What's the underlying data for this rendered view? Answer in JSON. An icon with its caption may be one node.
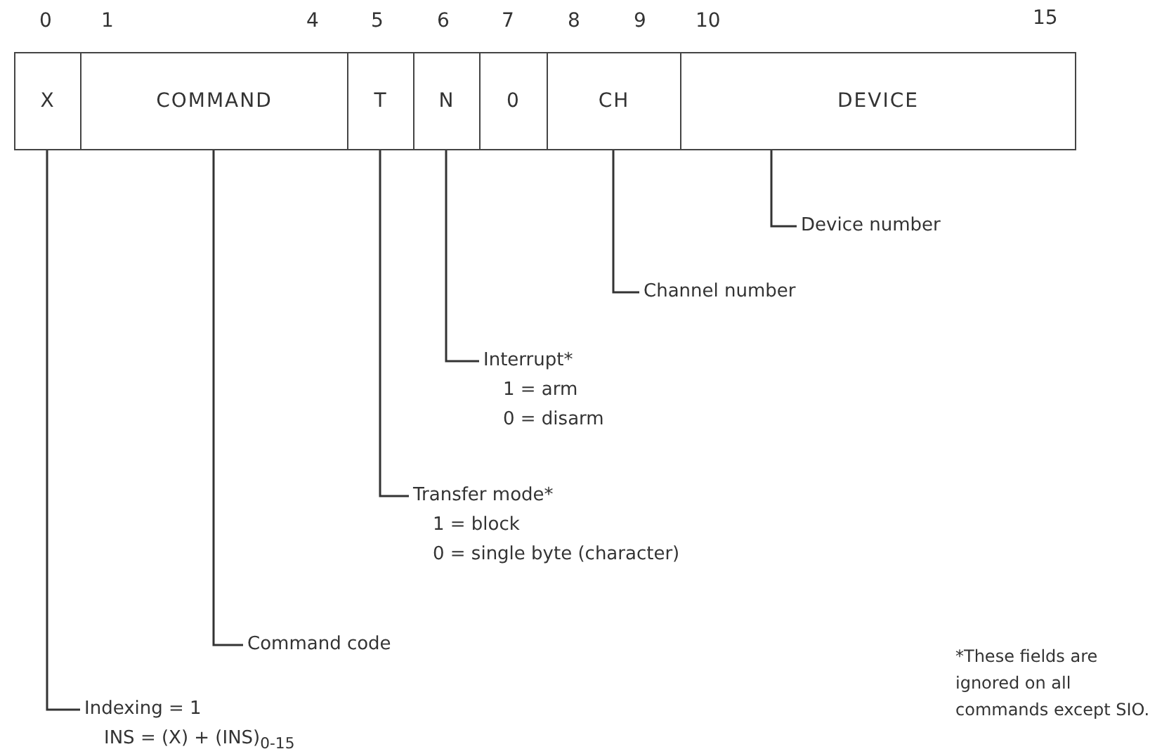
{
  "diagram": {
    "nodes": [
      {
        "text": [
          "X"
        ]
      },
      {
        "text": [
          "COMMAND"
        ]
      },
      {
        "text": [
          "T"
        ]
      },
      {
        "text": [
          "N"
        ]
      },
      {
        "text": [
          "0"
        ]
      },
      {
        "text": [
          "CH"
        ]
      },
      {
        "text": [
          "DEVICE"
        ]
      },
      {
        "text": [
          "Device number"
        ]
      },
      {
        "text": [
          "Channel number"
        ]
      },
      {
        "text": [
          "Interrupt*",
          "1 = arm",
          "0 = disarm"
        ]
      },
      {
        "text": [
          "Transfer mode*",
          "1 = block",
          "0 = single byte (character)"
        ]
      },
      {
        "text": [
          "Command code"
        ]
      },
      {
        "text": [
          "Indexing = 1",
          "INS = (X) + (INS)$_{0-15}$"
        ]
      }
    ],
    "edges": [
      {
        "from": 7,
        "to": 6,
        "arrow": "none"
      },
      {
        "from": 8,
        "to": 5,
        "arrow": "none"
      },
      {
        "from": 9,
        "to": 3,
        "arrow": "none"
      },
      {
        "from": 10,
        "to": 2,
        "arrow": "none"
      },
      {
        "from": 11,
        "to": 1,
        "arrow": "none"
      },
      {
        "from": 12,
        "to": 0,
        "arrow": "none"
      }
    ],
    "labels": [
      "0",
      "1",
      "4",
      "5",
      "6",
      "7",
      "8",
      "9",
      "10",
      "15",
      "*These fields are ignored on all commands except SIO."
    ]
  }
}
